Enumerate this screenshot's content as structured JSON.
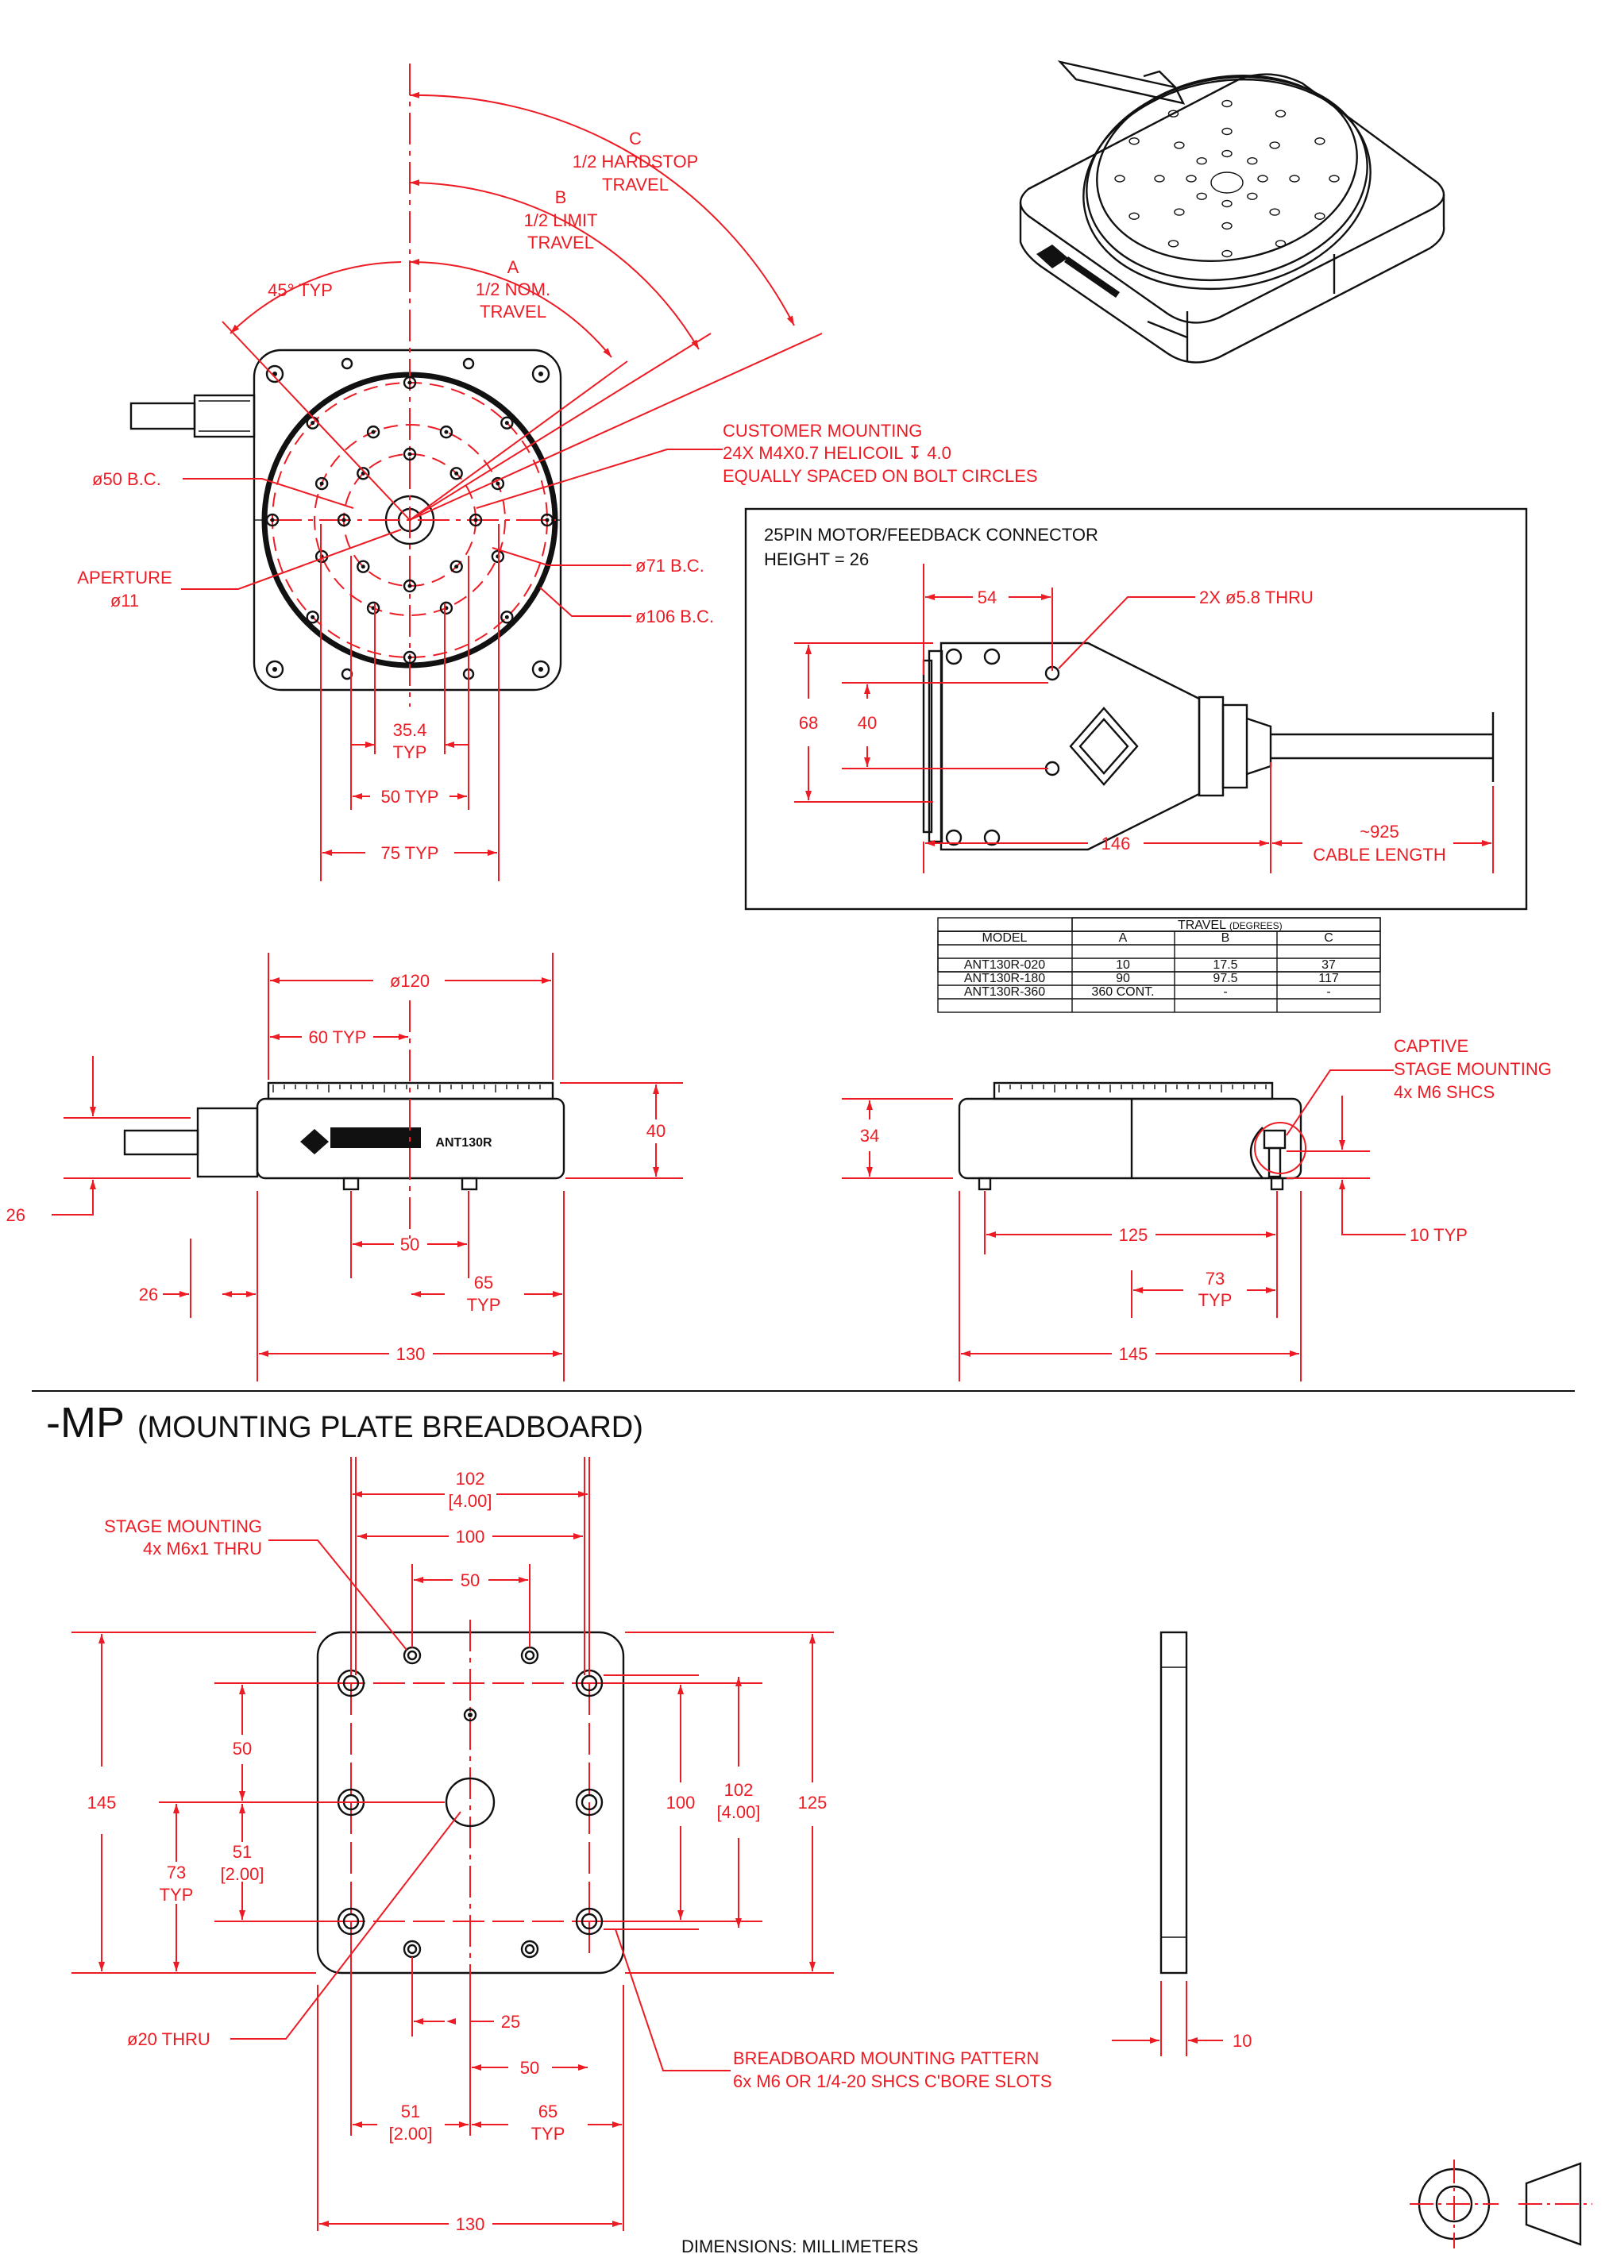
{
  "colors": {
    "dimension": "#ed1c24",
    "outline": "#111111",
    "background": "#ffffff"
  },
  "top_view": {
    "travel_c": [
      "C",
      "1/2 HARDSTOP",
      "TRAVEL"
    ],
    "travel_b": [
      "B",
      "1/2 LIMIT",
      "TRAVEL"
    ],
    "travel_a": [
      "A",
      "1/2 NOM.",
      "TRAVEL"
    ],
    "angle_typ": "45° TYP",
    "customer_mounting": [
      "CUSTOMER MOUNTING",
      "24X M4X0.7 HELICOIL ↧ 4.0",
      "EQUALLY SPACED ON BOLT CIRCLES"
    ],
    "bc50": "ø50 B.C.",
    "bc71": "ø71 B.C.",
    "bc106": "ø106 B.C.",
    "aperture": [
      "APERTURE",
      "ø11"
    ],
    "dim_35_4": [
      "35.4",
      "TYP"
    ],
    "dim_50_typ": "50 TYP",
    "dim_75_typ": "75 TYP"
  },
  "connector_box": {
    "title": "25PIN MOTOR/FEEDBACK CONNECTOR",
    "height": "HEIGHT = 26",
    "dim_54": "54",
    "holes": "2X ø5.8 THRU",
    "dim_68": "68",
    "dim_40": "40",
    "dim_146": "146",
    "cable": [
      "~925",
      "CABLE LENGTH"
    ]
  },
  "travel_table": {
    "group_header": "TRAVEL",
    "group_units": "(DEGREES)",
    "columns": [
      "MODEL",
      "A",
      "B",
      "C"
    ],
    "rows": [
      [
        "ANT130R-020",
        "10",
        "17.5",
        "37"
      ],
      [
        "ANT130R-180",
        "90",
        "97.5",
        "117"
      ],
      [
        "ANT130R-360",
        "360 CONT.",
        "-",
        "-"
      ]
    ]
  },
  "front_view": {
    "dia120": "ø120",
    "dim_60_typ": "60 TYP",
    "dim_40": "40",
    "dim_26_left": "26",
    "dim_50": "50",
    "dim_65": [
      "65",
      "TYP"
    ],
    "dim_26_bottom": "26",
    "dim_130": "130",
    "model_label": "ANT130R"
  },
  "side_view": {
    "captive": [
      "CAPTIVE",
      "STAGE MOUNTING",
      "4x M6 SHCS"
    ],
    "dim_34": "34",
    "dim_125": "125",
    "dim_10_typ": "10 TYP",
    "dim_73": [
      "73",
      "TYP"
    ],
    "dim_145": "145"
  },
  "mp_section": {
    "title_big": "-MP",
    "title_small": "(MOUNTING PLATE BREADBOARD)",
    "stage_mounting": [
      "STAGE MOUNTING",
      "4x M6x1 THRU"
    ],
    "dim_102_top": [
      "102",
      "[4.00]"
    ],
    "dim_100_top": "100",
    "dim_50_top": "50",
    "dim_145": "145",
    "dim_50_left": "50",
    "dim_51_left": [
      "51",
      "[2.00]"
    ],
    "dim_73_left": [
      "73",
      "TYP"
    ],
    "dim_100_right": "100",
    "dim_102_right": [
      "102",
      "[4.00]"
    ],
    "dim_125_right": "125",
    "dia20": "ø20 THRU",
    "dim_25": "25",
    "dim_50_bottom": "50",
    "breadboard": [
      "BREADBOARD MOUNTING PATTERN",
      "6x M6 OR 1/4-20 SHCS C'BORE SLOTS"
    ],
    "dim_51_bottom": [
      "51",
      "[2.00]"
    ],
    "dim_65_bottom": [
      "65",
      "TYP"
    ],
    "dim_130": "130",
    "dim_10": "10"
  },
  "footer": {
    "units": "DIMENSIONS:  MILLIMETERS"
  }
}
